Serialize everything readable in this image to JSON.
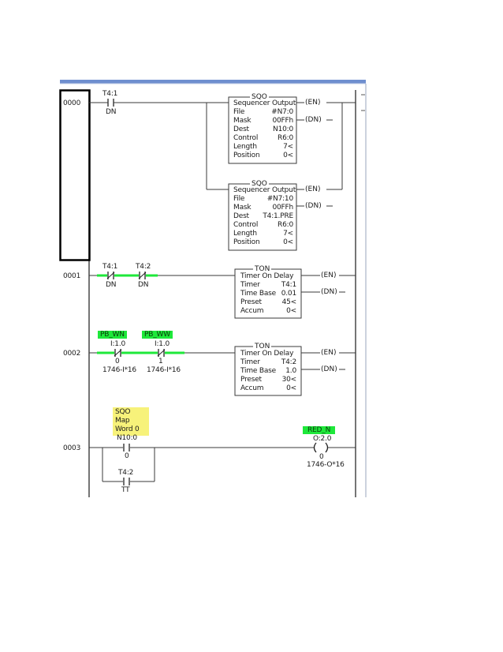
{
  "rungs": [
    {
      "number": "0000"
    },
    {
      "number": "0001"
    },
    {
      "number": "0002"
    },
    {
      "number": "0003"
    }
  ],
  "rung0": {
    "contact": {
      "address": "T4:1",
      "bit": "DN"
    },
    "sqo1": {
      "type": "SQO",
      "name": "Sequencer Output",
      "rows": [
        {
          "label": "File",
          "value": "#N7:0"
        },
        {
          "label": "Mask",
          "value": "00FFh"
        },
        {
          "label": "Dest",
          "value": "N10:0"
        },
        {
          "label": "Control",
          "value": "R6:0"
        },
        {
          "label": "Length",
          "value": "7<"
        },
        {
          "label": "Position",
          "value": "0<"
        }
      ],
      "out_en": "EN",
      "out_dn": "DN"
    },
    "sqo2": {
      "type": "SQO",
      "name": "Sequencer Output",
      "rows": [
        {
          "label": "File",
          "value": "#N7:10"
        },
        {
          "label": "Mask",
          "value": "00FFh"
        },
        {
          "label": "Dest",
          "value": "T4:1.PRE"
        },
        {
          "label": "Control",
          "value": "R6:0"
        },
        {
          "label": "Length",
          "value": "7<"
        },
        {
          "label": "Position",
          "value": "0<"
        }
      ],
      "out_en": "EN",
      "out_dn": "DN"
    }
  },
  "rung1": {
    "contact1": {
      "address": "T4:1",
      "bit": "DN"
    },
    "contact2": {
      "address": "T4:2",
      "bit": "DN"
    },
    "ton": {
      "type": "TON",
      "name": "Timer On Delay",
      "rows": [
        {
          "label": "Timer",
          "value": "T4:1"
        },
        {
          "label": "Time Base",
          "value": "0.01"
        },
        {
          "label": "Preset",
          "value": "45<"
        },
        {
          "label": "Accum",
          "value": "0<"
        }
      ],
      "out_en": "EN",
      "out_dn": "DN"
    }
  },
  "rung2": {
    "contact1": {
      "tag": "PB_WN",
      "address": "I:1.0",
      "bit": "0",
      "module": "1746-I*16"
    },
    "contact2": {
      "tag": "PB_WW",
      "address": "I:1.0",
      "bit": "1",
      "module": "1746-I*16"
    },
    "ton": {
      "type": "TON",
      "name": "Timer On Delay",
      "rows": [
        {
          "label": "Timer",
          "value": "T4:2"
        },
        {
          "label": "Time Base",
          "value": "1.0"
        },
        {
          "label": "Preset",
          "value": "30<"
        },
        {
          "label": "Accum",
          "value": "0<"
        }
      ],
      "out_en": "EN",
      "out_dn": "DN"
    }
  },
  "rung3": {
    "comment": [
      "SQO",
      "Map",
      "Word 0"
    ],
    "contact1": {
      "address": "N10:0",
      "bit": "0"
    },
    "contact2": {
      "address": "T4:2",
      "bit": "TT"
    },
    "coil": {
      "tag": "RED_N",
      "address": "O:2.0",
      "bit": "0",
      "module": "1746-O*16"
    }
  },
  "colors": {
    "energized": "#1ee83a",
    "header_bar": "#6f8fcf",
    "comment_bg": "#f7f27a",
    "line": "#3a3a3a"
  }
}
